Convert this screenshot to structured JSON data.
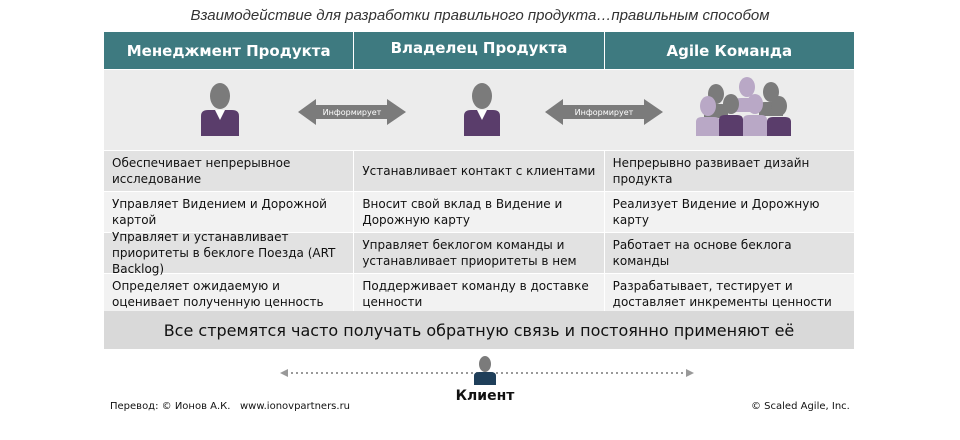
{
  "title": "Взаимодействие для разработки правильного продукта…правильным способом",
  "columns": [
    {
      "header": "Менеджмент Продукта"
    },
    {
      "header": "Владелец Продукта"
    },
    {
      "header": "Agile Команда"
    }
  ],
  "arrows": {
    "left": "Информирует",
    "right": "Информирует"
  },
  "rows": [
    [
      "Обеспечивает непрерывное исследование",
      "Устанавливает контакт с клиентами",
      "Непрерывно развивает дизайн продукта"
    ],
    [
      "Управляет Видением и Дорожной картой",
      "Вносит свой вклад в Видение и Дорожную карту",
      "Реализует Видение и Дорожную карту"
    ],
    [
      "Управляет и устанавливает приоритеты в беклоге Поезда (ART Backlog)",
      "Управляет беклогом команды и устанавливает приоритеты в нем",
      "Работает на основе беклога команды"
    ],
    [
      "Определяет ожидаемую и оценивает полученную ценность",
      "Поддерживает команду в доставке ценности",
      "Разрабатывает, тестирует и доставляет инкременты ценности"
    ]
  ],
  "banner": "Все стремятся часто получать обратную связь и постоянно применяют её",
  "client": "Клиент",
  "footer": {
    "translation": "Перевод: © Ионов А.К.",
    "website": "www.ionovpartners.ru",
    "copyright": "© Scaled Agile,  Inc."
  },
  "colors": {
    "header": "#3e7a80",
    "person_purple": "#5a3d6b",
    "person_gray": "#7b7b7b",
    "team_light": "#b9a8c6"
  },
  "icons": [
    "person-icon",
    "team-icon",
    "double-arrow-icon"
  ]
}
